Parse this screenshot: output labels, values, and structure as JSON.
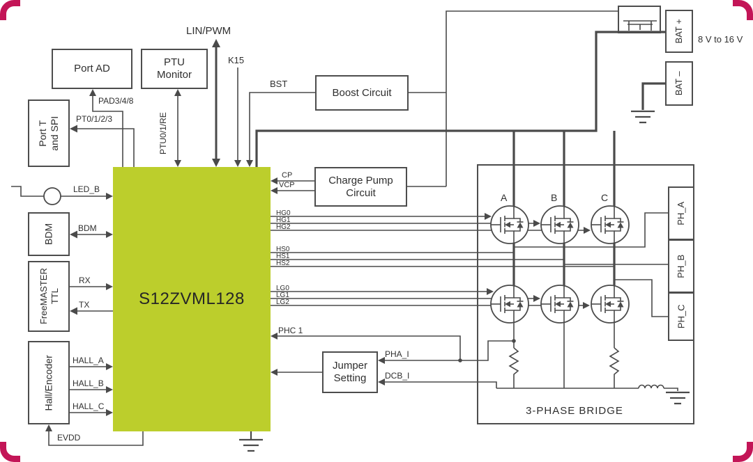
{
  "frame": {
    "color": "#c31557"
  },
  "line_color": "#4a4a4a",
  "mcu": {
    "label": "S12ZVML128",
    "color": "#bcce2c"
  },
  "blocks": {
    "port_ad": {
      "label": "Port AD"
    },
    "ptu_monitor": {
      "label": "PTU Monitor"
    },
    "boost": {
      "label": "Boost Circuit"
    },
    "charge_pump": {
      "label": "Charge Pump Circuit"
    },
    "jumper": {
      "label": "Jumper Setting"
    },
    "port_t_spi": {
      "label": "Port T and SPI"
    },
    "bdm": {
      "label": "BDM"
    },
    "freemaster": {
      "label": "FreeMASTER TTL"
    },
    "hall_encoder": {
      "label": "Hall/Encoder"
    },
    "bat_plus": {
      "label": "BAT +"
    },
    "bat_minus": {
      "label": "BAT –"
    },
    "bridge": {
      "label": "3-PHASE BRIDGE"
    },
    "ph_a": {
      "label": "PH_A"
    },
    "ph_b": {
      "label": "PH_B"
    },
    "ph_c": {
      "label": "PH_C"
    }
  },
  "signals": {
    "lin_pwm": "LIN/PWM",
    "k15": "K15",
    "bst": "BST",
    "pad": "PAD3/4/8",
    "pt": "PT0/1/2/3",
    "ptu": "PTU0/1/RE",
    "cp": "CP",
    "vcp": "VCP",
    "hg0": "HG0",
    "hg1": "HG1",
    "hg2": "HG2",
    "hs0": "HS0",
    "hs1": "HS1",
    "hs2": "HS2",
    "lg0": "LG0",
    "lg1": "LG1",
    "lg2": "LG2",
    "phc1": "PHC 1",
    "pha_i": "PHA_I",
    "dcb_i": "DCB_I",
    "led_b": "LED_B",
    "bdm": "BDM",
    "rx": "RX",
    "tx": "TX",
    "hall_a": "HALL_A",
    "hall_b": "HALL_B",
    "hall_c": "HALL_C",
    "evdd": "EVDD",
    "voltage_range": "8 V to 16 V",
    "phase_a": "A",
    "phase_b": "B",
    "phase_c": "C"
  }
}
